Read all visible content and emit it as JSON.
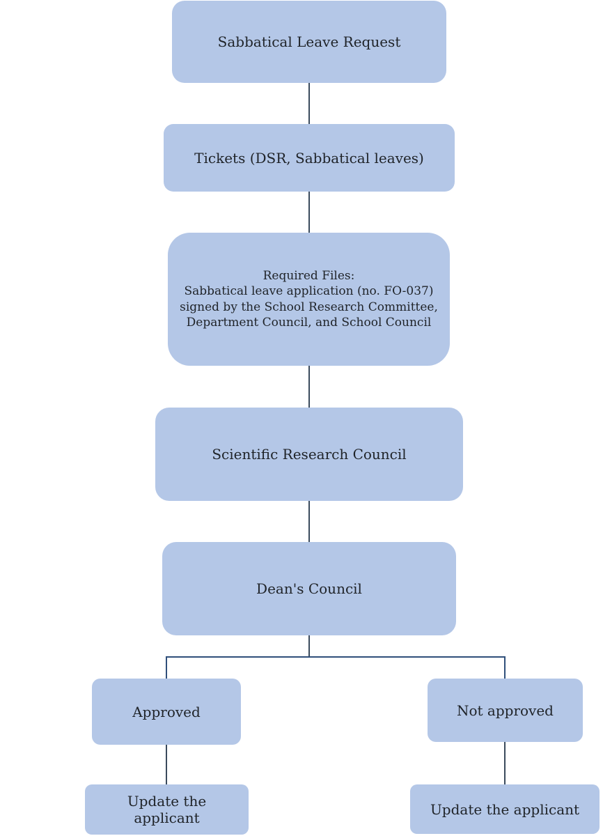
{
  "diagram": {
    "nodes": {
      "request": {
        "label": "Sabbatical Leave Request"
      },
      "tickets": {
        "label": "Tickets (DSR, Sabbatical leaves)"
      },
      "files": {
        "lines": [
          "Required Files:",
          "Sabbatical leave application (no. FO-037)",
          "signed by the School Research Committee,",
          "Department Council, and School Council"
        ]
      },
      "src": {
        "label": "Scientific Research Council"
      },
      "dean": {
        "label": "Dean's Council"
      },
      "approved": {
        "label": "Approved"
      },
      "not_approved": {
        "label": "Not approved"
      },
      "update_left": {
        "label": "Update the applicant"
      },
      "update_right": {
        "label": "Update the applicant"
      }
    },
    "colors": {
      "node_fill": "#b4c7e7",
      "connector": "#3a4a5c",
      "branch_connector": "#2f4f7a"
    }
  }
}
